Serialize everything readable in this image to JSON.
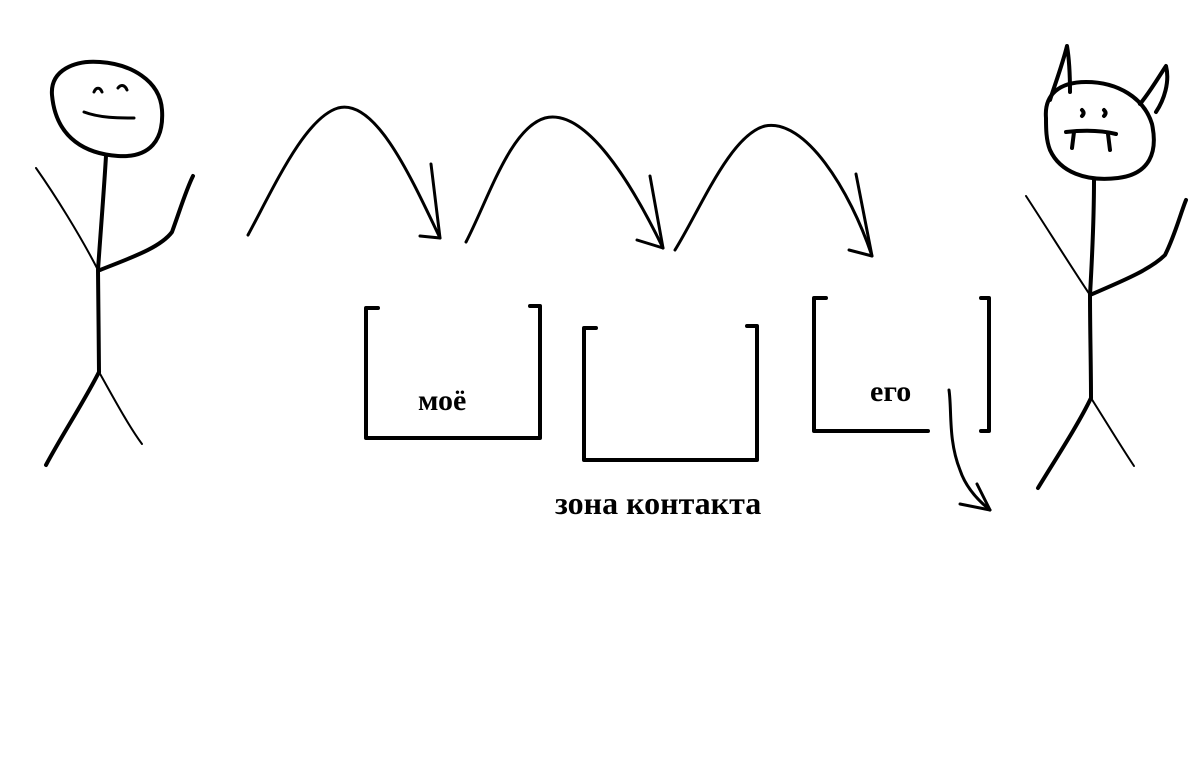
{
  "diagram": {
    "labels": {
      "left_box": "моё",
      "right_box": "его",
      "zone": "зона контакта"
    },
    "figures": {
      "left": "smiling-stick-figure",
      "right": "horned-fanged-stick-figure"
    },
    "colors": {
      "ink": "#000000",
      "background": "#ffffff"
    }
  }
}
